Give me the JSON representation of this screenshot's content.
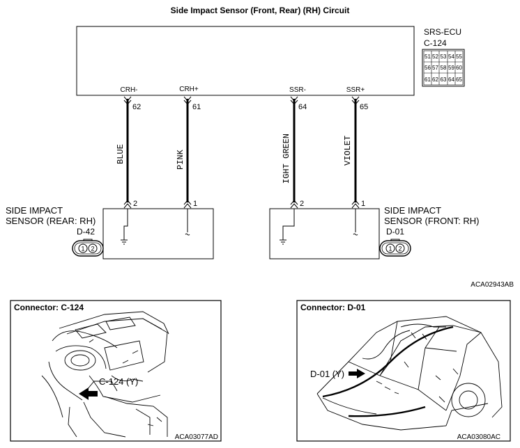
{
  "title": "Side Impact Sensor (Front, Rear) (RH) Circuit",
  "ecu": {
    "name": "SRS-ECU",
    "connector": "C-124",
    "pins": [
      "51",
      "52",
      "53",
      "54",
      "55",
      "56",
      "57",
      "58",
      "59",
      "60",
      "61",
      "62",
      "63",
      "64",
      "65"
    ]
  },
  "terminals": [
    {
      "label": "CRH-",
      "pin": "62",
      "wire_color": "BLUE"
    },
    {
      "label": "CRH+",
      "pin": "61",
      "wire_color": "PINK"
    },
    {
      "label": "SSR-",
      "pin": "64",
      "wire_color": "IGHT GREEN"
    },
    {
      "label": "SSR+",
      "pin": "65",
      "wire_color": "VIOLET"
    }
  ],
  "rear_sensor": {
    "line1": "SIDE IMPACT",
    "line2": "SENSOR (REAR: RH)",
    "connector": "D-42",
    "pin_left": "2",
    "pin_right": "1",
    "pins": [
      "1",
      "2"
    ]
  },
  "front_sensor": {
    "line1": "SIDE IMPACT",
    "line2": "SENSOR (FRONT: RH)",
    "connector": "D-01",
    "pin_left": "2",
    "pin_right": "1",
    "pins": [
      "1",
      "2"
    ]
  },
  "diagram_code": "ACA02943AB",
  "panels": [
    {
      "title": "Connector: C-124",
      "callout": "C-124 (Y)",
      "code": "ACA03077AD"
    },
    {
      "title": "Connector: D-01",
      "callout": "D-01 (Y)",
      "code": "ACA03080AC"
    }
  ],
  "colors": {
    "line": "#000000",
    "background": "#ffffff"
  }
}
